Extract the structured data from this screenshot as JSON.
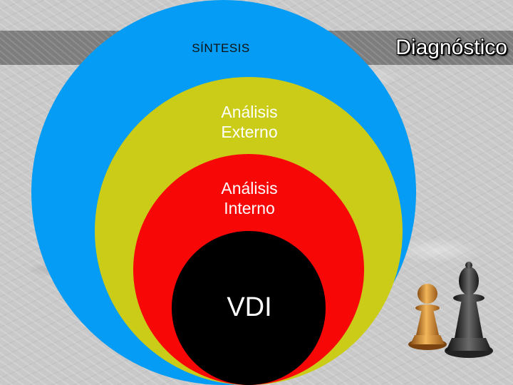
{
  "title": "Diagnóstico",
  "layers": {
    "sintesis": "SÍNTESIS",
    "externo": "Análisis Externo",
    "interno": "Análisis Interno",
    "vdi": "VDI"
  },
  "colors": {
    "sintesis": "#049cf4",
    "externo": "#cbcc18",
    "interno": "#f80707",
    "vdi": "#000000",
    "banner": "#7d7d7d"
  },
  "decoration": [
    "chess-pawn-gold-icon",
    "chess-pawn-black-icon"
  ]
}
